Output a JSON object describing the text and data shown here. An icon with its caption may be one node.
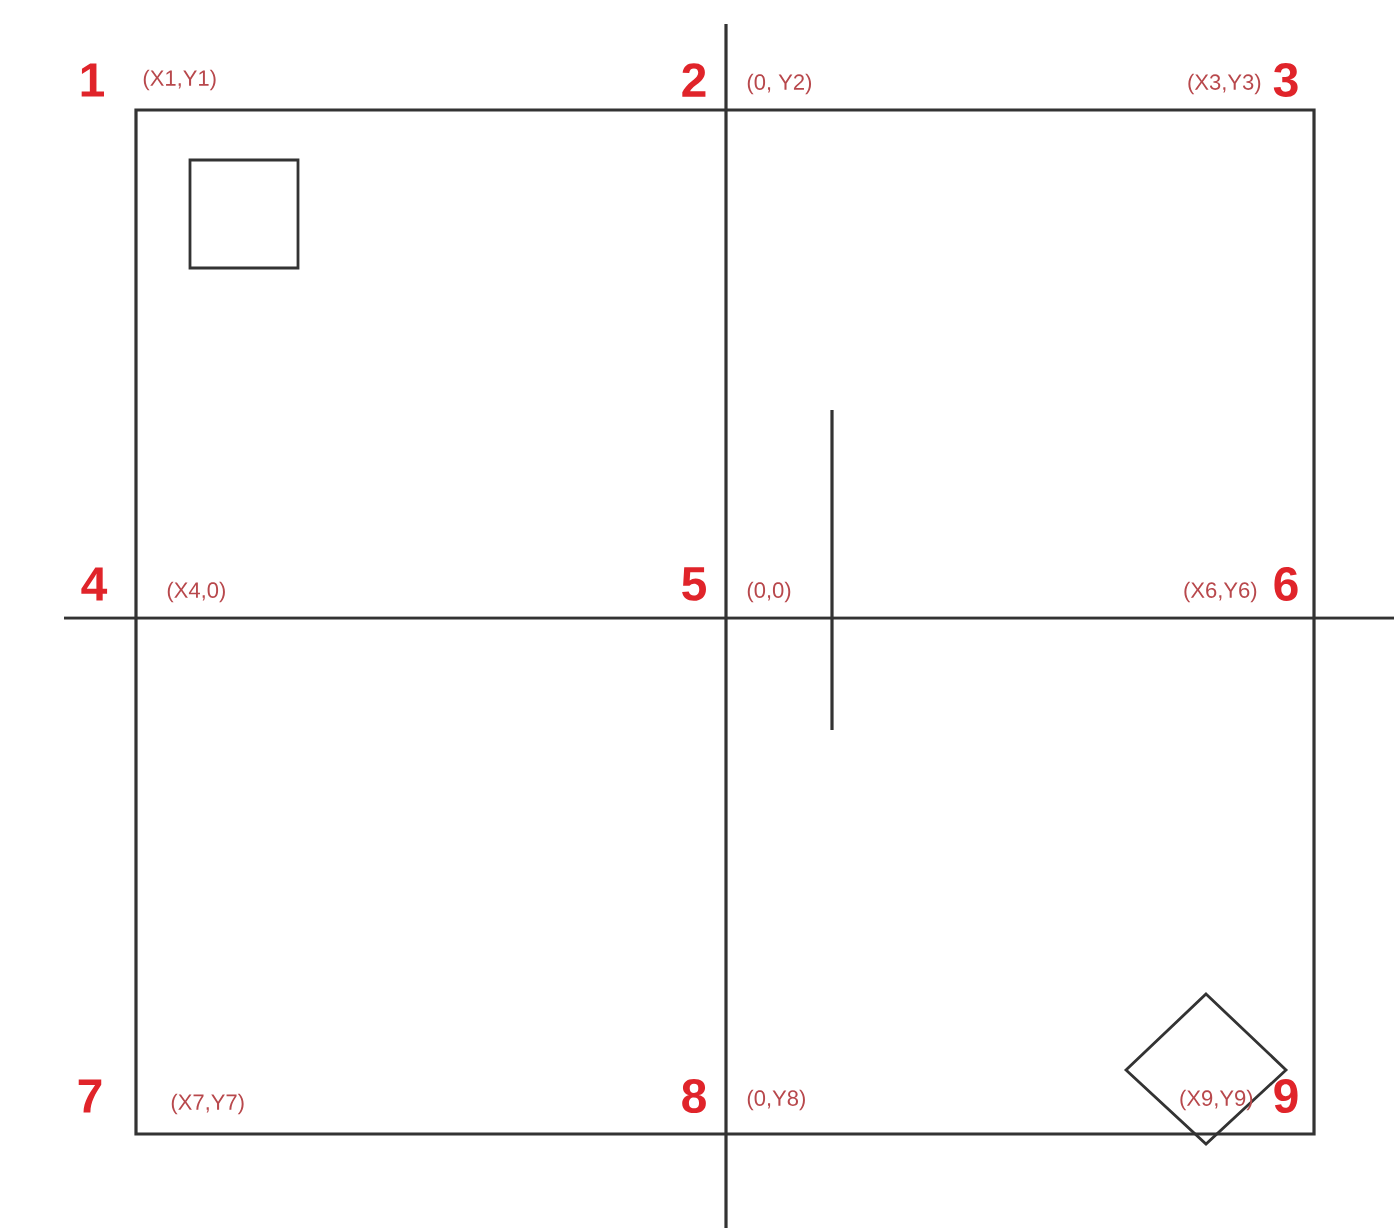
{
  "diagram": {
    "labels": [
      "1",
      "(X1,Y1)",
      "2",
      "(0, Y2)",
      "(X3,Y3)",
      "3",
      "4",
      "(X4,0)",
      "5",
      "(0,0)",
      "(X6,Y6)",
      "6",
      "7",
      "(X7,Y7)",
      "8",
      "(0,Y8)",
      "(X9,Y9)",
      "9"
    ]
  }
}
